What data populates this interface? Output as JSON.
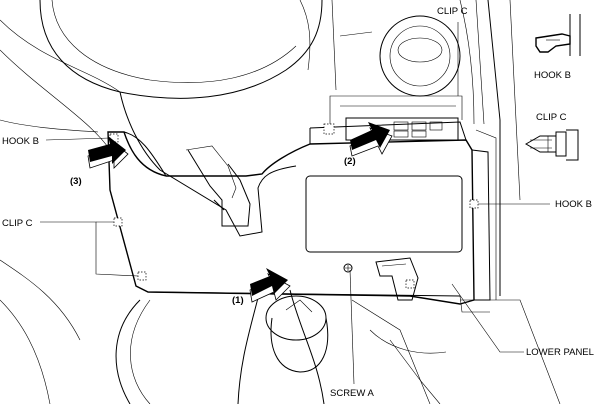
{
  "labels": {
    "clip_c_top": "CLIP C",
    "hook_b_left": "HOOK B",
    "clip_c_left": "CLIP C",
    "hook_b_right": "HOOK B",
    "lower_panel": "LOWER PANEL",
    "screw_a": "SCREW A",
    "detail_hook_b": "HOOK B",
    "detail_clip_c": "CLIP C"
  },
  "steps": {
    "step1": "(1)",
    "step2": "(2)",
    "step3": "(3)"
  }
}
